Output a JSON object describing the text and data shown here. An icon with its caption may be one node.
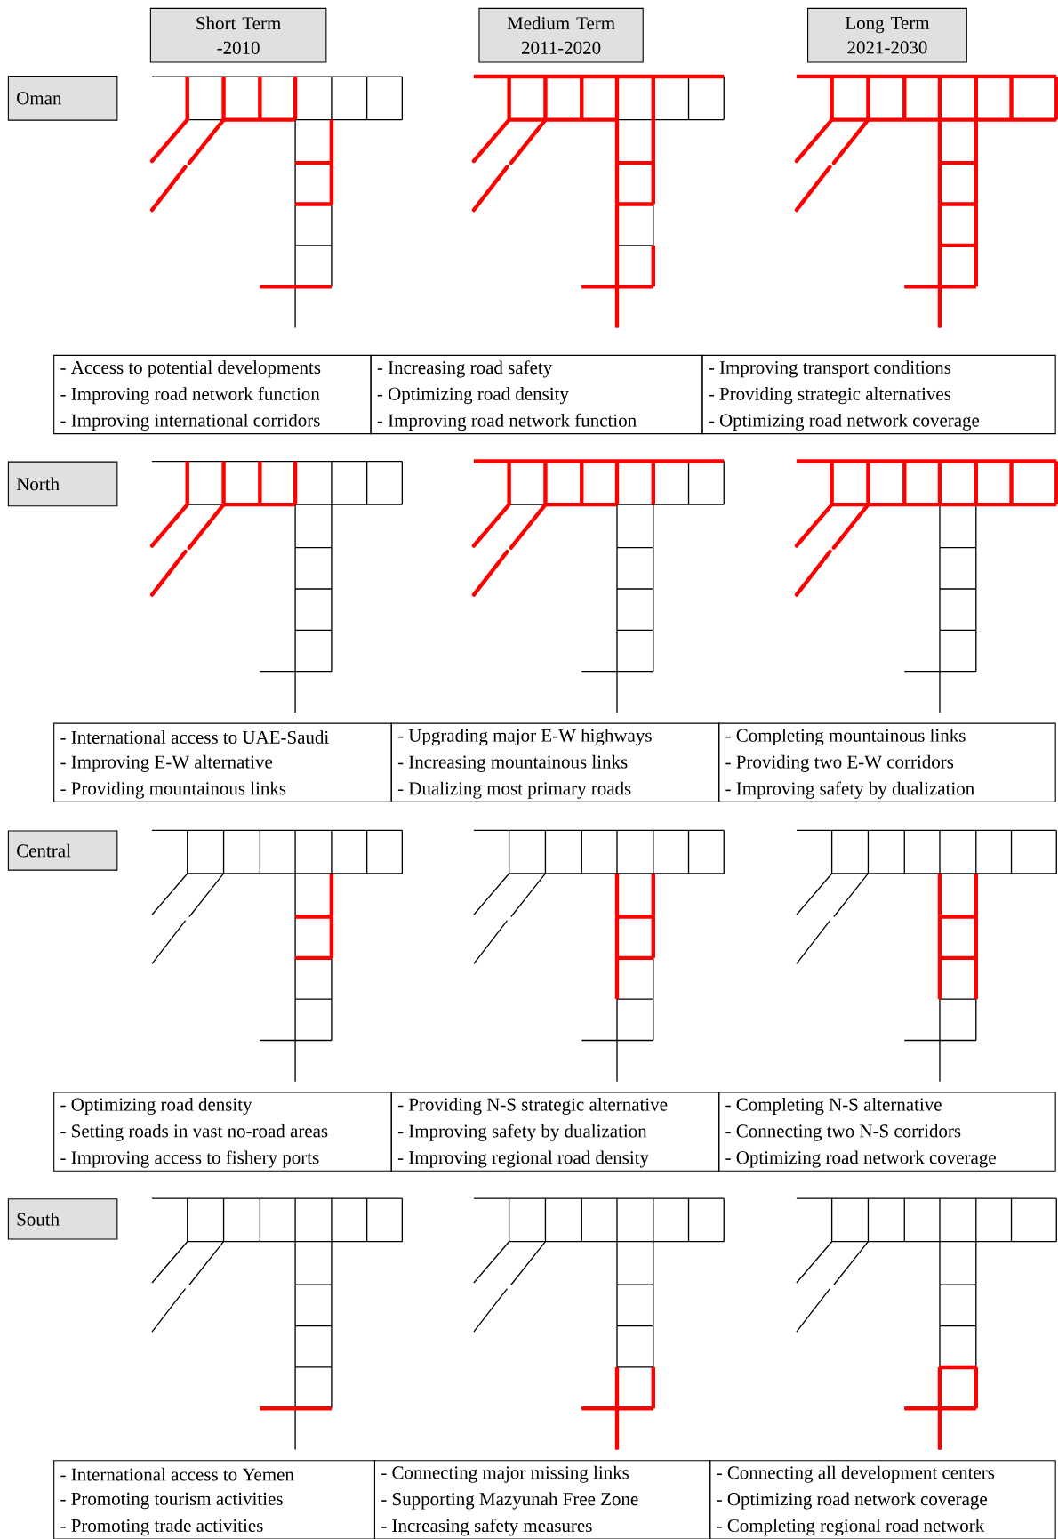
{
  "diagram": {
    "nodes": [
      {
        "text": [
          "Short Term -2010"
        ]
      },
      {
        "text": [
          "Medium Term 2011-2020"
        ]
      },
      {
        "text": [
          "Long Term 2021-2030"
        ]
      },
      {
        "text": [
          "Oman"
        ]
      },
      {
        "text": [
          "North"
        ]
      },
      {
        "text": [
          "Central"
        ]
      },
      {
        "text": [
          "South"
        ]
      }
    ],
    "labels": [
      "- Access to potential developments",
      "- Improving road network function",
      "- Improving international corridors",
      "- Increasing road safety",
      "- Optimizing road density",
      "- Improving road network function",
      "- Improving transport conditions",
      "- Providing strategic alternatives",
      "- Optimizing road network coverage",
      "- International access to UAE-Saudi",
      "- Improving E-W alternative",
      "- Providing mountainous links",
      "- Upgrading major E-W highways",
      "- Increasing mountainous links",
      "- Dualizing most primary roads",
      "- Completing mountainous links",
      "- Providing two E-W corridors",
      "- Improving safety by dualization",
      "- Optimizing road density",
      "- Setting roads in vast no-road areas",
      "- Improving access to fishery ports",
      "- Providing N-S strategic alternative",
      "- Improving safety by dualization",
      "- Improving regional road density",
      "- Completing N-S alternative",
      "- Connecting two N-S corridors",
      "- Optimizing road network coverage",
      "- International access to Yemen",
      "- Promoting tourism activities",
      "- Promoting trade activities",
      "- Connecting major missing links",
      "- Supporting Mazyunah Free Zone",
      "- Increasing safety measures",
      "- Connecting all development centers",
      "- Optimizing road network coverage",
      "- Completing regional road network"
    ]
  }
}
